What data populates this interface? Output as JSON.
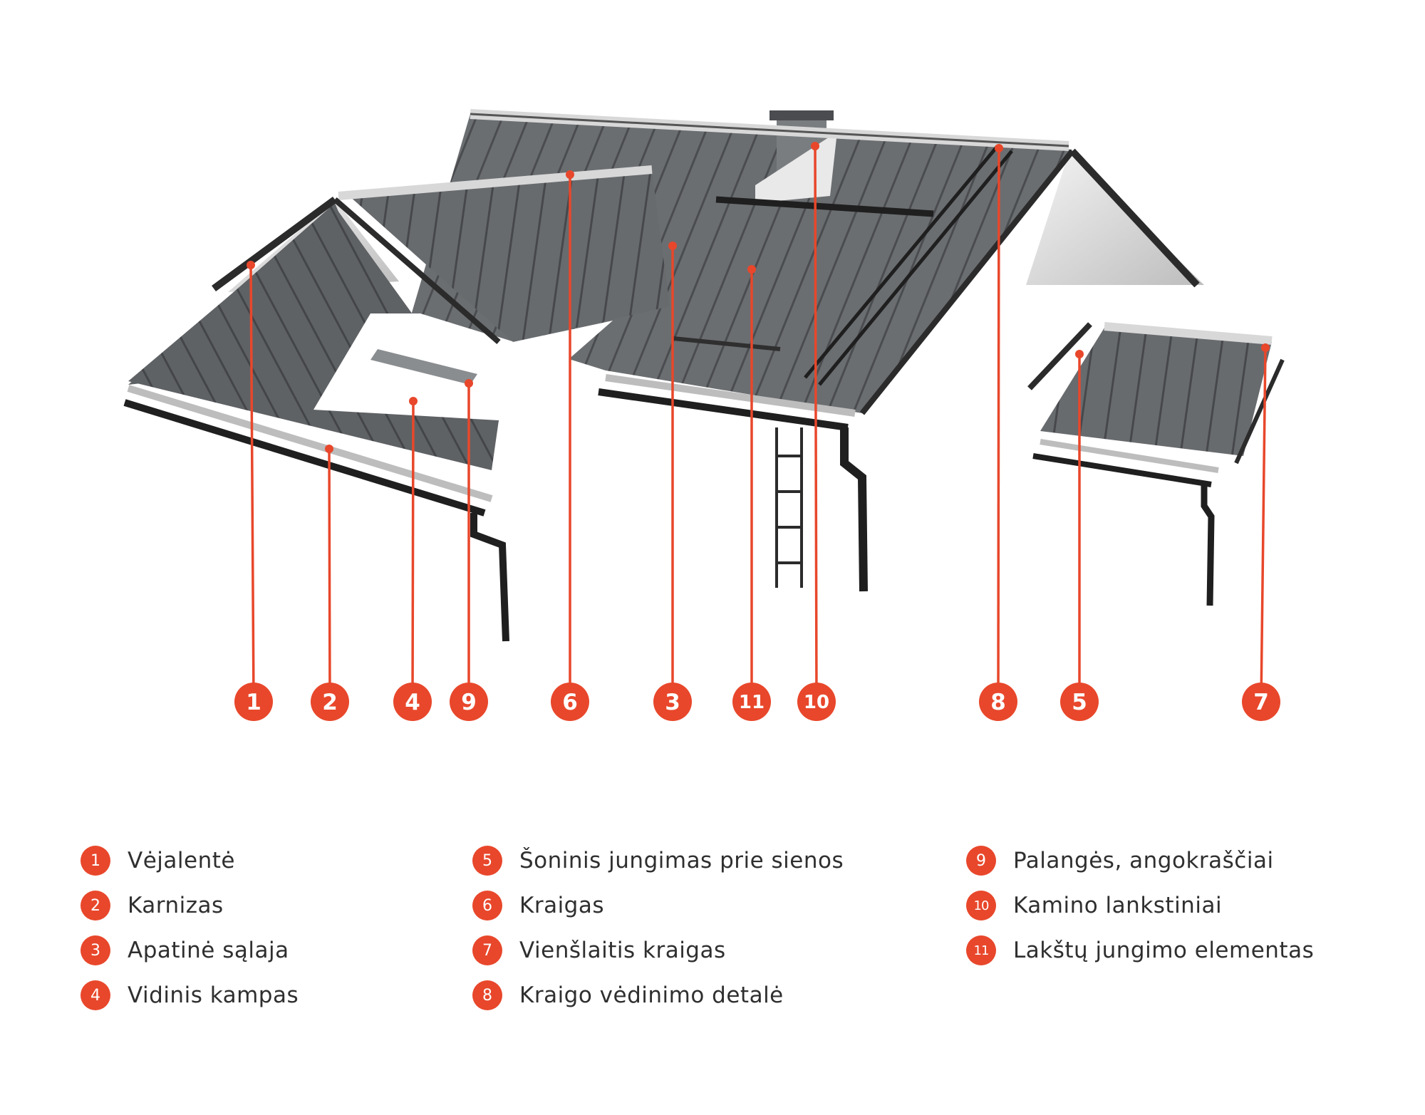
{
  "accent_color": "#e8472b",
  "callouts": [
    {
      "number": "1",
      "label": "Vėjalentė"
    },
    {
      "number": "2",
      "label": "Karnizas"
    },
    {
      "number": "3",
      "label": "Apatinė sąlaja"
    },
    {
      "number": "4",
      "label": "Vidinis kampas"
    },
    {
      "number": "5",
      "label": "Šoninis jungimas prie sienos"
    },
    {
      "number": "6",
      "label": "Kraigas"
    },
    {
      "number": "7",
      "label": "Vienšlaitis kraigas"
    },
    {
      "number": "8",
      "label": "Kraigo vėdinimo detalė"
    },
    {
      "number": "9",
      "label": "Palangės, angokraščiai"
    },
    {
      "number": "10",
      "label": "Kamino lankstiniai"
    },
    {
      "number": "11",
      "label": "Lakštų jungimo elementas"
    }
  ]
}
